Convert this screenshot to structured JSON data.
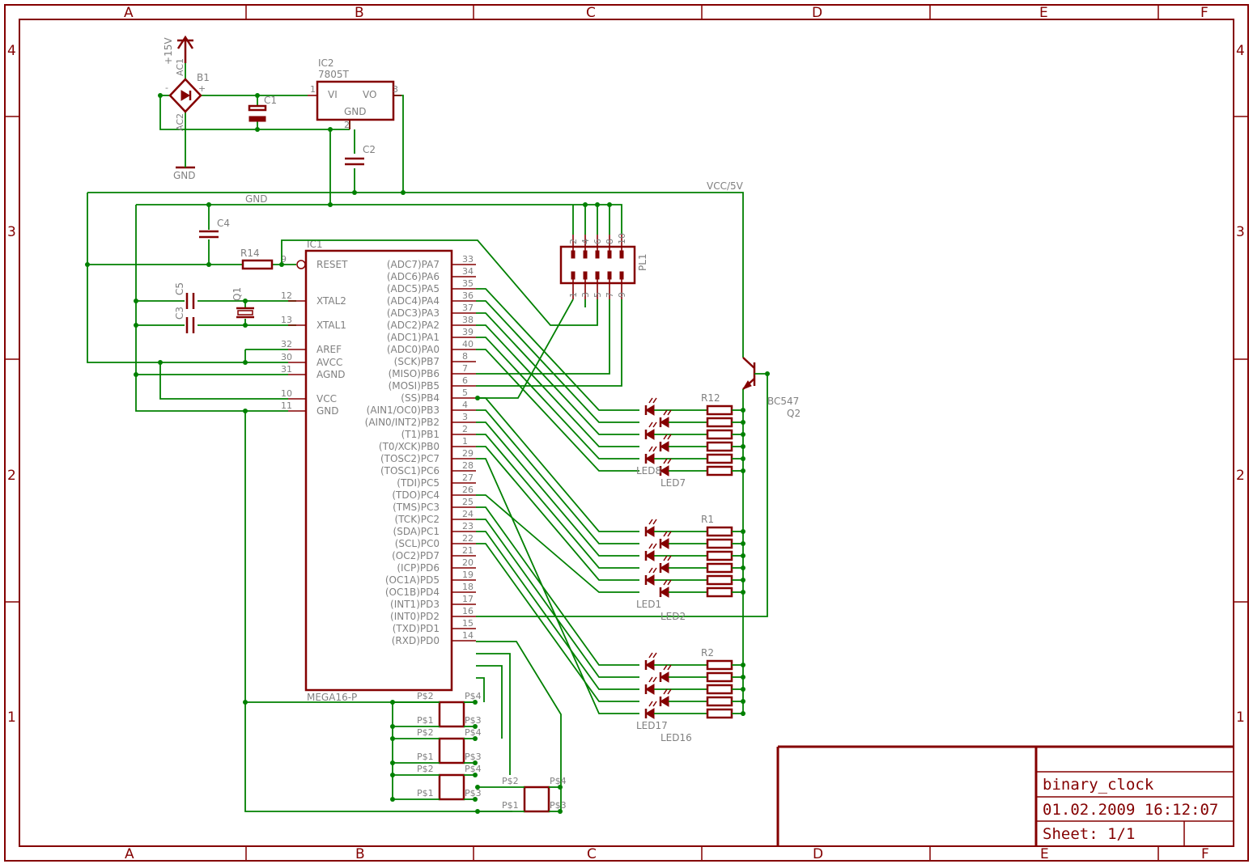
{
  "frame": {
    "columns": [
      "A",
      "B",
      "C",
      "D",
      "E",
      "F"
    ],
    "rows": [
      "4",
      "3",
      "2",
      "1"
    ]
  },
  "title_block": {
    "title": "binary_clock",
    "date": "01.02.2009 16:12:07",
    "sheet": "Sheet: 1/1"
  },
  "parts": {
    "supply": "+15V",
    "bridge_name": "B1",
    "bridge_ac1": "AC1",
    "bridge_ac2": "AC2",
    "bridge_minus": "-",
    "bridge_plus": "+",
    "gnd_symbol": "GND",
    "c1": "C1",
    "c2": "C2",
    "c3": "C3",
    "c4": "C4",
    "c5": "C5",
    "r14": "R14",
    "q1": "Q1",
    "regulator_name": "IC2",
    "regulator_value": "7805T",
    "reg_vi": "VI",
    "reg_vo": "VO",
    "reg_gnd": "GND",
    "mcu_name": "IC1",
    "mcu_value": "MEGA16-P",
    "connector": "PL1",
    "transistor_value": "BC547",
    "transistor_name": "Q2",
    "net_gnd": "GND",
    "net_vcc": "VCC/5V",
    "r1": "R1",
    "r2": "R2",
    "r12": "R12"
  },
  "mcu_left_pins": [
    {
      "label": "RESET",
      "num": "9"
    },
    {
      "label": "XTAL2",
      "num": "12"
    },
    {
      "label": "XTAL1",
      "num": "13"
    },
    {
      "label": "AREF",
      "num": "32"
    },
    {
      "label": "AVCC",
      "num": "30"
    },
    {
      "label": "AGND",
      "num": "31"
    },
    {
      "label": "VCC",
      "num": "10"
    },
    {
      "label": "GND",
      "num": "11"
    }
  ],
  "mcu_right_pins": [
    {
      "label": "(ADC7)PA7",
      "num": "33"
    },
    {
      "label": "(ADC6)PA6",
      "num": "34"
    },
    {
      "label": "(ADC5)PA5",
      "num": "35"
    },
    {
      "label": "(ADC4)PA4",
      "num": "36"
    },
    {
      "label": "(ADC3)PA3",
      "num": "37"
    },
    {
      "label": "(ADC2)PA2",
      "num": "38"
    },
    {
      "label": "(ADC1)PA1",
      "num": "39"
    },
    {
      "label": "(ADC0)PA0",
      "num": "40"
    },
    {
      "label": "(SCK)PB7",
      "num": "8"
    },
    {
      "label": "(MISO)PB6",
      "num": "7"
    },
    {
      "label": "(MOSI)PB5",
      "num": "6"
    },
    {
      "label": "(SS)PB4",
      "num": "5"
    },
    {
      "label": "(AIN1/OC0)PB3",
      "num": "4"
    },
    {
      "label": "(AIN0/INT2)PB2",
      "num": "3"
    },
    {
      "label": "(T1)PB1",
      "num": "2"
    },
    {
      "label": "(T0/XCK)PB0",
      "num": "1"
    },
    {
      "label": "(TOSC2)PC7",
      "num": "29"
    },
    {
      "label": "(TOSC1)PC6",
      "num": "28"
    },
    {
      "label": "(TDI)PC5",
      "num": "27"
    },
    {
      "label": "(TDO)PC4",
      "num": "26"
    },
    {
      "label": "(TMS)PC3",
      "num": "25"
    },
    {
      "label": "(TCK)PC2",
      "num": "24"
    },
    {
      "label": "(SDA)PC1",
      "num": "23"
    },
    {
      "label": "(SCL)PC0",
      "num": "22"
    },
    {
      "label": "(OC2)PD7",
      "num": "21"
    },
    {
      "label": "(ICP)PD6",
      "num": "20"
    },
    {
      "label": "(OC1A)PD5",
      "num": "19"
    },
    {
      "label": "(OC1B)PD4",
      "num": "18"
    },
    {
      "label": "(INT1)PD3",
      "num": "17"
    },
    {
      "label": "(INT0)PD2",
      "num": "16"
    },
    {
      "label": "(TXD)PD1",
      "num": "15"
    },
    {
      "label": "(RXD)PD0",
      "num": "14"
    }
  ],
  "connector_top_pins": [
    "2",
    "4",
    "6",
    "8",
    "10"
  ],
  "connector_bottom_pins": [
    "1",
    "3",
    "5",
    "7",
    "9"
  ],
  "led_group_labels": [
    {
      "name": "LED8",
      "sub": "LED7"
    },
    {
      "name": "LED1",
      "sub": "LED2"
    },
    {
      "name": "LED17",
      "sub": "LED16"
    }
  ],
  "switches": {
    "p2": "P$2",
    "p1": "P$1",
    "p3": "P$3",
    "p4": "P$4"
  }
}
